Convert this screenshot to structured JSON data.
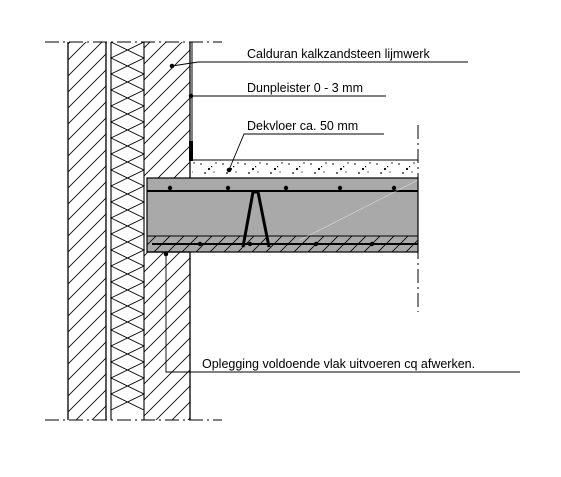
{
  "labels": {
    "wall_material": "Calduran kalkzandsteen lijmwerk",
    "plaster": "Dunpleister 0 - 3 mm",
    "screed": "Dekvloer ca. 50 mm",
    "bearing_note": "Oplegging voldoende vlak uitvoeren cq afwerken."
  },
  "colors": {
    "line": "#000000",
    "slab_fill": "#a9a9a9",
    "screed_fill": "#ffffff",
    "background": "#ffffff"
  }
}
